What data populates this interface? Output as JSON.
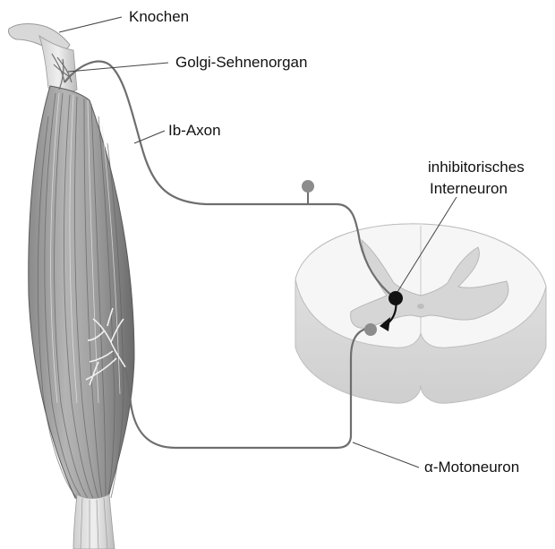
{
  "labels": {
    "bone": "Knochen",
    "golgi_organ": "Golgi-Sehnenorgan",
    "ib_axon": "Ib-Axon",
    "interneuron_line1": "inhibitorisches",
    "interneuron_line2": "Interneuron",
    "motoneuron": "α-Motoneuron"
  },
  "colors": {
    "nerve": "#6e6e6e",
    "muscle_dark": "#7a7a7a",
    "muscle_light": "#bdbdbd",
    "tendon": "#d9d9d9",
    "spinal_cord": "#f4f4f4",
    "grey_matter": "#d2d2d2",
    "interneuron": "#111111",
    "synapse": "#8c8c8c"
  }
}
